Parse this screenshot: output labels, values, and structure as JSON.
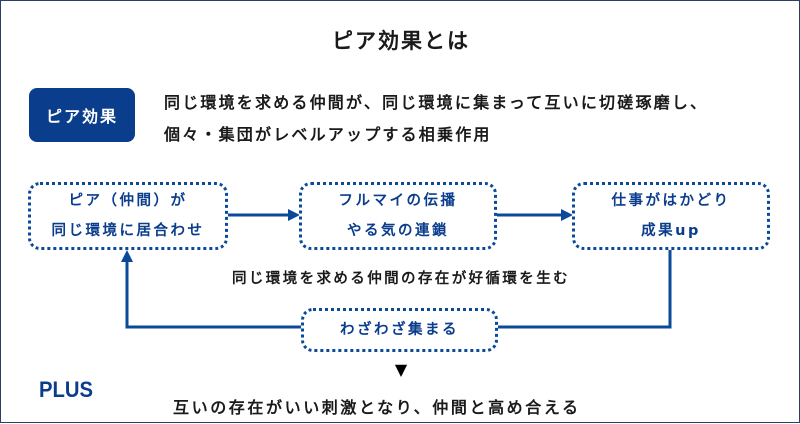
{
  "title": "ピア効果とは",
  "definition": {
    "badge_label": "ピア効果",
    "lines": [
      "同じ環境を求める仲間が、同じ環境に集まって互いに切磋琢磨し、",
      "個々・集団がレベルアップする相乗作用"
    ]
  },
  "cycle": {
    "steps": [
      {
        "lines": [
          "ピア（仲間）が",
          "同じ環境に居合わせ"
        ]
      },
      {
        "lines": [
          "フルマイの伝播",
          "やる気の連鎖"
        ]
      },
      {
        "lines": [
          "仕事がはかどり",
          "成果up"
        ]
      },
      {
        "lines": [
          "わざわざ集まる"
        ]
      }
    ],
    "caption": "同じ環境を求める仲間の存在が好循環を生む"
  },
  "result": {
    "arrow_glyph": "▼",
    "label": "PLUS",
    "text": "互いの存在がいい刺激となり、仲間と高め合える"
  },
  "colors": {
    "accent": "#0a3d8c",
    "connector": "#0a4a98",
    "text": "#1a1a1a",
    "frame": "#2a3f62"
  }
}
